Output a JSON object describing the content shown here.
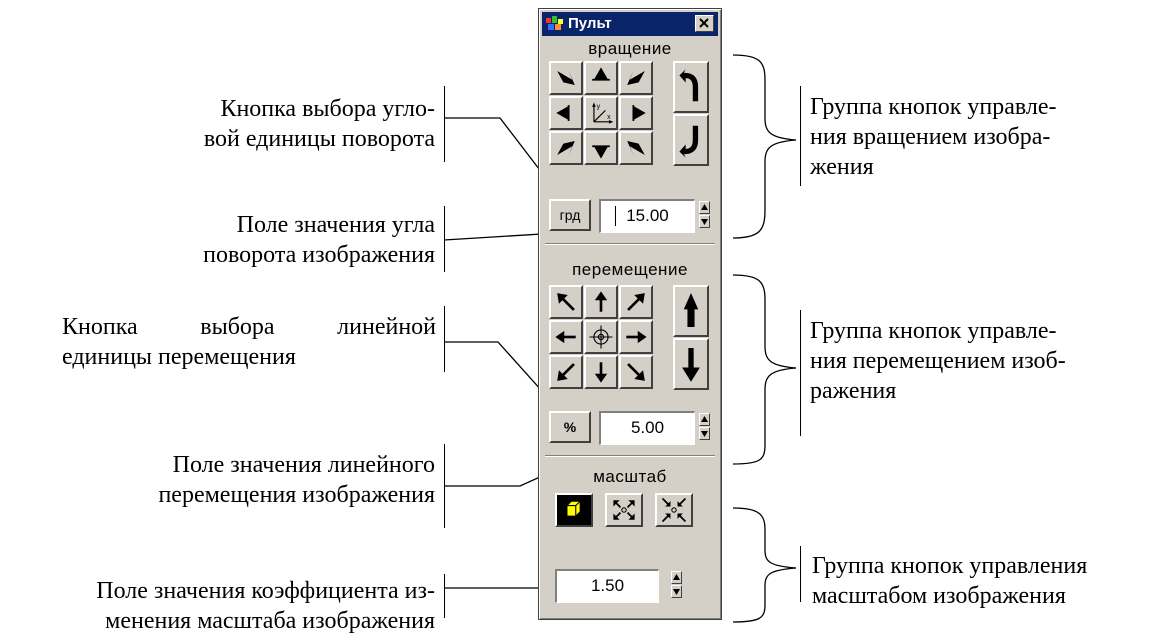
{
  "panel": {
    "title": "Пульт",
    "close_glyph": "×",
    "rotation": {
      "section_label": "вращение",
      "unit_button_label": "грд",
      "angle_value": "15.00"
    },
    "translation": {
      "section_label": "перемещение",
      "unit_button_label": "%",
      "step_value": "5.00"
    },
    "scale": {
      "section_label": "масштаб",
      "factor_value": "1.50"
    }
  },
  "callouts": {
    "rotation_unit_button": [
      "Кнопка выбора угло-",
      "вой единицы поворота"
    ],
    "rotation_angle_field": [
      "Поле значения угла",
      "поворота изображения"
    ],
    "translation_unit_button": [
      "Кнопка выбора линейной",
      "единицы перемещения"
    ],
    "translation_step_field": [
      "Поле значения линейного",
      "перемещения изображения"
    ],
    "scale_factor_field": [
      "Поле значения коэффициента из-",
      "менения масштаба изображения"
    ],
    "rotation_group": [
      "Группа кнопок управле-",
      "ния вращением изобра-",
      "жения"
    ],
    "translation_group": [
      "Группа кнопок управле-",
      "ния перемещением изоб-",
      "ражения"
    ],
    "scale_group": [
      "Группа кнопок управления",
      "масштабом изображения"
    ]
  },
  "colors": {
    "window_face": "#d4d0c8",
    "titlebar": "#0a246a",
    "zoom_cube_yellow": "#ffff00"
  }
}
